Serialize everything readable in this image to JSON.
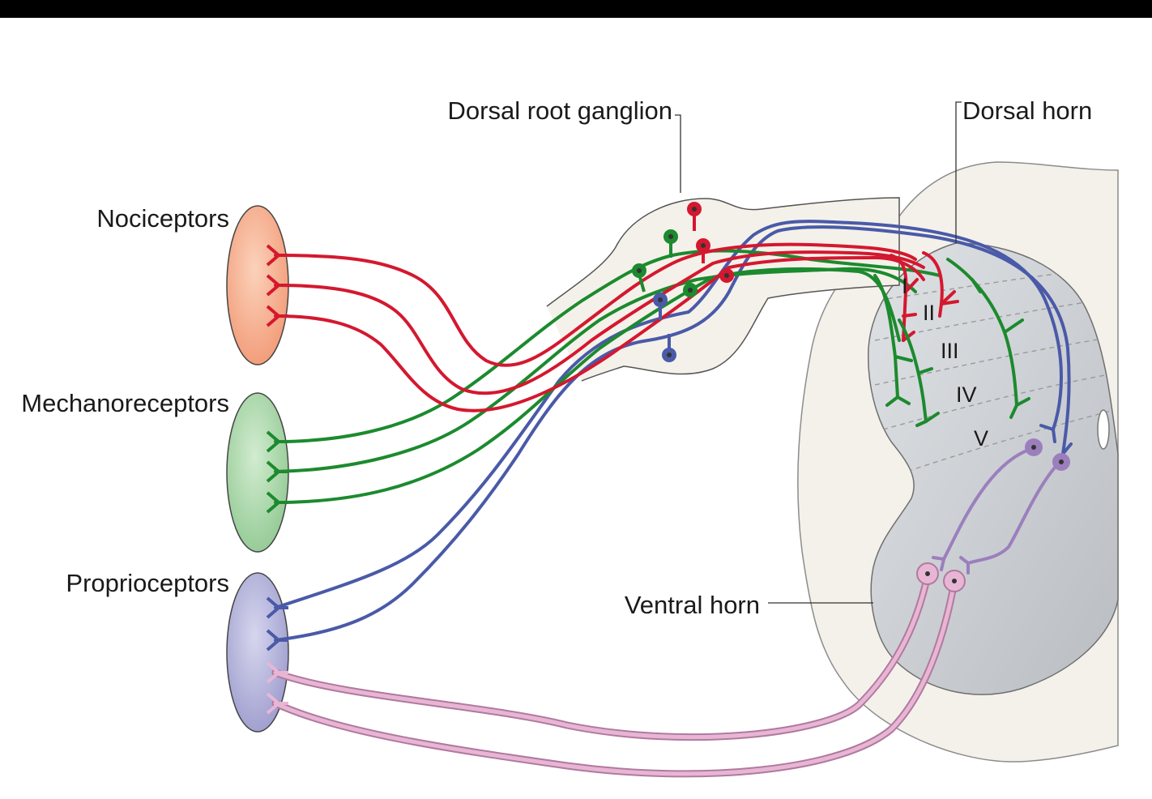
{
  "labels": {
    "nociceptors": "Nociceptors",
    "mechanoreceptors": "Mechanoreceptors",
    "proprioceptors": "Proprioceptors",
    "dorsal_root_ganglion": "Dorsal root ganglion",
    "dorsal_horn": "Dorsal horn",
    "ventral_horn": "Ventral horn"
  },
  "laminae": [
    "I",
    "II",
    "III",
    "IV",
    "V"
  ],
  "colors": {
    "nociceptor_fiber": "#d4182f",
    "mechanoreceptor_fiber": "#1c8a2e",
    "proprioceptor_fiber": "#4a5aa8",
    "motor_neuron": "#d79ac0",
    "interneuron": "#9b7fbd",
    "nociceptor_organ": "#f4b08f",
    "mechanoreceptor_organ": "#a9d6a7",
    "proprioceptor_organ": "#b1b0d8",
    "spinal_cord": "#f4f1ea",
    "gray_matter": "#c9ccd0"
  }
}
